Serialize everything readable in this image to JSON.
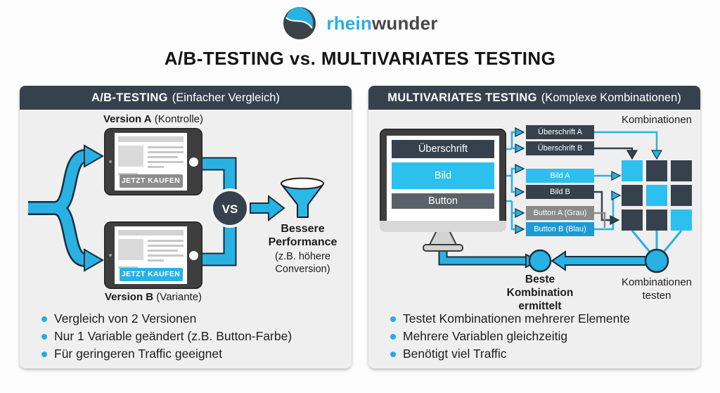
{
  "brand": {
    "part1": "rhein",
    "part2": "wunder"
  },
  "title": "A/B-TESTING vs. MULTIVARIATES TESTING",
  "left": {
    "header": {
      "bold": "A/B-TESTING",
      "rest": "(Einfacher Vergleich)"
    },
    "version_a": {
      "bold": "Version A",
      "rest": " (Kontrolle)"
    },
    "version_b": {
      "bold": "Version B",
      "rest": " (Variante)"
    },
    "cta_a": "JETZT KAUFEN",
    "cta_b": "JETZT KAUFEN",
    "vs": "VS",
    "outcome": {
      "title": "Bessere Performance",
      "note": "(z.B. höhere Conversion)"
    },
    "bullets": [
      "Vergleich von 2 Versionen",
      "Nur 1 Variable geändert (z.B. Button-Farbe)",
      "Für geringeren Traffic geeignet"
    ]
  },
  "right": {
    "header": {
      "bold": "MULTIVARIATES TESTING",
      "rest": "(Komplexe Kombinationen)"
    },
    "monitor_blocks": [
      "Überschrift",
      "Bild",
      "Button"
    ],
    "variants": [
      {
        "label": "Überschrift A"
      },
      {
        "label": "Überschrift B"
      },
      {
        "label": "Bild A"
      },
      {
        "label": "Bild B"
      },
      {
        "label": "Button A (Grau)"
      },
      {
        "label": "Button B (Blau)"
      }
    ],
    "combinations_title": "Kombinationen",
    "grid": {
      "rows": 3,
      "cols": 3,
      "highlighted": [
        0,
        4,
        8
      ]
    },
    "best_label": "Beste Kombination ermittelt",
    "test_label": "Kombinationen testen",
    "bullets": [
      "Testet Kombinationen mehrerer Elemente",
      "Mehrere Variablen gleichzeitig",
      "Benötigt viel Traffic"
    ]
  },
  "colors": {
    "accent_blue": "#29b1e4",
    "cyan": "#2bc0ee",
    "dark_slate": "#35424e",
    "gray": "#8a8a8a",
    "header_text": "#ffffff"
  }
}
